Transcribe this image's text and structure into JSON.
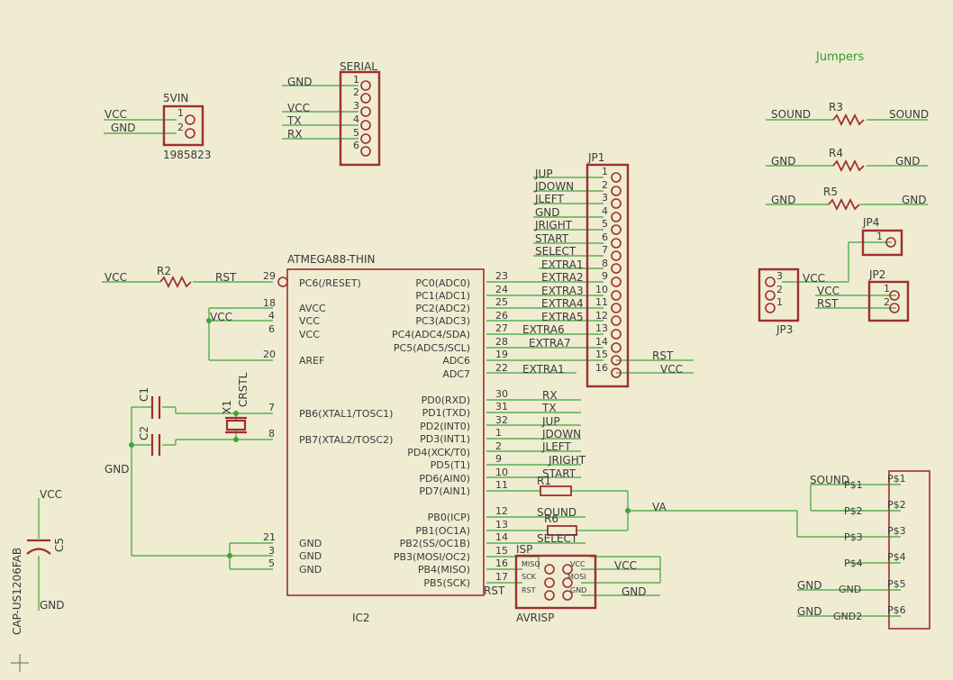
{
  "colors": {
    "background": "#efecd2",
    "net": "#3ea33e",
    "part": "#9e2f2f",
    "text": "#5a5a5a",
    "junction": "#3ea33e"
  },
  "labels": {
    "jumpers": "Jumpers",
    "vin_name": "5VIN",
    "vin_value": "1985823",
    "serial_name": "SERIAL",
    "jp1_name": "JP1",
    "ic2_name": "ATMEGA88-THIN",
    "ic2_ref": "IC2",
    "r2": "R2",
    "r3": "R3",
    "r4": "R4",
    "r5": "R5",
    "r6": "R6",
    "r1": "R1",
    "x1": "X1",
    "crstl": "CRSTL",
    "c1": "C1",
    "c2": "C2",
    "c5": "C5",
    "c5_value": "CAP-US1206FAB",
    "jp2": "JP2",
    "jp3": "JP3",
    "jp4": "JP4",
    "isp": "ISP",
    "avrisp": "AVRISP"
  },
  "pin_numbers": {
    "one": "1",
    "two": "2",
    "three": "3",
    "four": "4",
    "five": "5",
    "six": "6",
    "seven": "7",
    "eight": "8",
    "nine": "9",
    "ten": "10",
    "eleven": "11",
    "twelve": "12",
    "thirteen": "13",
    "fourteen": "14",
    "fifteen": "15",
    "sixteen": "16",
    "seventeen": "17",
    "eighteen": "18",
    "nineteen": "19",
    "twenty": "20",
    "twentyone": "21",
    "twentytwo": "22",
    "twentythree": "23",
    "twentyfour": "24",
    "twentyfive": "25",
    "twentysix": "26",
    "twentyseven": "27",
    "twentyeight": "28",
    "twentynine": "29",
    "thirty": "30",
    "thirtyone": "31",
    "thirtytwo": "32"
  },
  "nets": {
    "vcc": "VCC",
    "gnd": "GND",
    "tx": "TX",
    "rx": "RX",
    "rst": "RST",
    "jup": "JUP",
    "jdown": "JDOWN",
    "jleft": "JLEFT",
    "jright": "JRIGHT",
    "start": "START",
    "select": "SELECT",
    "sound": "SOUND",
    "va": "VA",
    "extra1": "EXTRA1",
    "extra2": "EXTRA2",
    "extra3": "EXTRA3",
    "extra4": "EXTRA4",
    "extra5": "EXTRA5",
    "extra6": "EXTRA6",
    "extra7": "EXTRA7"
  },
  "ic_pins": {
    "pc6": "PC6(/RESET)",
    "avcc": "AVCC",
    "vcc": "VCC",
    "aref": "AREF",
    "pb6": "PB6(XTAL1/TOSC1)",
    "pb7": "PB7(XTAL2/TOSC2)",
    "gnd": "GND",
    "pc0": "PC0(ADC0)",
    "pc1": "PC1(ADC1)",
    "pc2": "PC2(ADC2)",
    "pc3": "PC3(ADC3)",
    "pc4": "PC4(ADC4/SDA)",
    "pc5": "PC5(ADC5/SCL)",
    "adc6": "ADC6",
    "adc7": "ADC7",
    "pd0": "PD0(RXD)",
    "pd1": "PD1(TXD)",
    "pd2": "PD2(INT0)",
    "pd3": "PD3(INT1)",
    "pd4": "PD4(XCK/T0)",
    "pd5": "PD5(T1)",
    "pd6": "PD6(AIN0)",
    "pd7": "PD7(AIN1)",
    "pb0": "PB0(ICP)",
    "pb1": "PB1(OC1A)",
    "pb2": "PB2(SS/OC1B)",
    "pb3": "PB3(MOSI/OC2)",
    "pb4": "PB4(MISO)",
    "pb5": "PB5(SCK)"
  },
  "isp_pins": {
    "miso": "MISO",
    "sck": "SCK",
    "rst": "RST",
    "vcc": "VCC",
    "mosi": "MOSI",
    "gnd": "GND"
  },
  "pads": {
    "p1": "P$1",
    "p2": "P$2",
    "p3": "P$3",
    "p4": "P$4",
    "p5": "P$5",
    "p6": "P$6",
    "gnd2": "GND2"
  }
}
